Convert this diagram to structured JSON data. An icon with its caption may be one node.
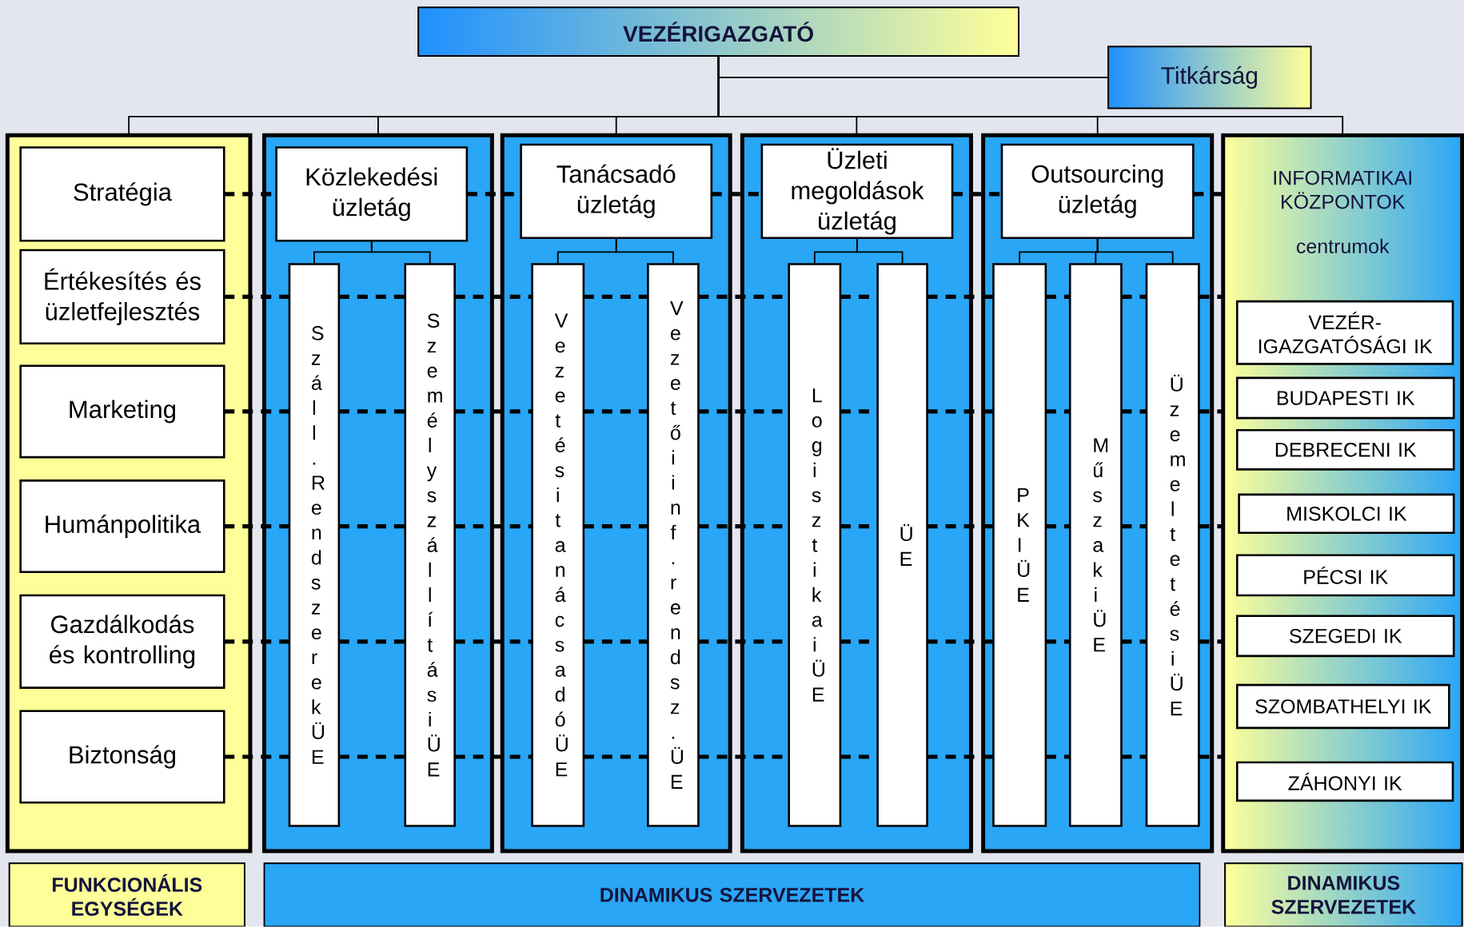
{
  "diagram": {
    "nodes": [
      {
        "text": [
          "VEZÉRIGAZGATÓ"
        ]
      },
      {
        "text": [
          "Titkárság"
        ]
      },
      {
        "text": [],
        "shape": "box"
      },
      {
        "text": [
          "Stratégia"
        ],
        "in": 2
      },
      {
        "text": [
          "Értékesítés és üzletfejlesztés"
        ],
        "in": 2
      },
      {
        "text": [
          "Marketing"
        ],
        "in": 2
      },
      {
        "text": [
          "Humánpolitika"
        ],
        "in": 2
      },
      {
        "text": [
          "Gazdálkodás és kontrolling"
        ],
        "in": 2
      },
      {
        "text": [
          "Biztonság"
        ],
        "in": 2
      },
      {
        "text": [],
        "shape": "box"
      },
      {
        "text": [
          "Közlekedési üzletág"
        ],
        "in": 9
      },
      {
        "text": [
          "Száll. Rendszerek ÜE"
        ],
        "in": 9
      },
      {
        "text": [
          "Személyszállítási ÜE"
        ],
        "in": 9
      },
      {
        "text": [],
        "shape": "box"
      },
      {
        "text": [
          "Tanácsadó üzletág"
        ],
        "in": 13
      },
      {
        "text": [
          "Vezetési tanácsadó ÜE"
        ],
        "in": 13
      },
      {
        "text": [
          "Vezetői inf. rendsz. ÜE"
        ],
        "in": 13
      },
      {
        "text": [],
        "shape": "box"
      },
      {
        "text": [
          "Üzleti megoldások üzletág"
        ],
        "in": 17
      },
      {
        "text": [
          "Logisztikai ÜE"
        ],
        "in": 17
      },
      {
        "text": [
          "ÜE"
        ],
        "in": 17
      },
      {
        "text": [],
        "shape": "box"
      },
      {
        "text": [
          "Outsourcing üzletág"
        ],
        "in": 21
      },
      {
        "text": [
          "PKI ÜE"
        ],
        "in": 21
      },
      {
        "text": [
          "Műszaki ÜE"
        ],
        "in": 21
      },
      {
        "text": [
          "Üzemeltetési ÜE"
        ],
        "in": 21
      },
      {
        "text": [
          "INFORMATIKAI KÖZPONTOK",
          "centrumok"
        ]
      },
      {
        "text": [
          "VEZÉR-IGAZGATÓSÁGI IK"
        ],
        "in": 26
      },
      {
        "text": [
          "BUDAPESTI IK"
        ],
        "in": 26
      },
      {
        "text": [
          "DEBRECENI IK"
        ],
        "in": 26
      },
      {
        "text": [
          "MISKOLCI IK"
        ],
        "in": 26
      },
      {
        "text": [
          "PÉCSI IK"
        ],
        "in": 26
      },
      {
        "text": [
          "SZEGEDI IK"
        ],
        "in": 26
      },
      {
        "text": [
          "SZOMBATHELYI IK"
        ],
        "in": 26
      },
      {
        "text": [
          "ZÁHONYI IK"
        ],
        "in": 26
      },
      {
        "text": [
          "FUNKCIONÁLIS EGYSÉGEK"
        ]
      },
      {
        "text": [
          "DINAMIKUS SZERVEZETEK"
        ]
      },
      {
        "text": [
          "DINAMIKUS SZERVEZETEK"
        ]
      }
    ],
    "edges": [
      {
        "from": 0,
        "to": 1,
        "arrow": "none"
      },
      {
        "from": 0,
        "to": 2,
        "arrow": "none"
      },
      {
        "from": 0,
        "to": 9,
        "arrow": "none"
      },
      {
        "from": 0,
        "to": 13,
        "arrow": "none"
      },
      {
        "from": 0,
        "to": 17,
        "arrow": "none"
      },
      {
        "from": 0,
        "to": 21,
        "arrow": "none"
      },
      {
        "from": 0,
        "to": 26,
        "arrow": "none"
      },
      {
        "from": 10,
        "to": 11,
        "arrow": "none"
      },
      {
        "from": 10,
        "to": 12,
        "arrow": "none"
      },
      {
        "from": 14,
        "to": 15,
        "arrow": "none"
      },
      {
        "from": 14,
        "to": 16,
        "arrow": "none"
      },
      {
        "from": 18,
        "to": 19,
        "arrow": "none"
      },
      {
        "from": 18,
        "to": 20,
        "arrow": "none"
      },
      {
        "from": 22,
        "to": 23,
        "arrow": "none"
      },
      {
        "from": 22,
        "to": 24,
        "arrow": "none"
      },
      {
        "from": 22,
        "to": 25,
        "arrow": "none"
      },
      {
        "from": 3,
        "to": 10,
        "arrow": "none",
        "style": "dashed"
      },
      {
        "from": 10,
        "to": 14,
        "arrow": "none",
        "style": "dashed"
      },
      {
        "from": 14,
        "to": 18,
        "arrow": "none",
        "style": "dashed"
      },
      {
        "from": 18,
        "to": 22,
        "arrow": "none",
        "style": "dashed"
      },
      {
        "from": 22,
        "to": 26,
        "arrow": "none",
        "style": "dashed"
      },
      {
        "from": 4,
        "to": 11,
        "arrow": "none",
        "style": "dashed"
      },
      {
        "from": 11,
        "to": 12,
        "arrow": "none",
        "style": "dashed"
      },
      {
        "from": 12,
        "to": 15,
        "arrow": "none",
        "style": "dashed"
      },
      {
        "from": 15,
        "to": 16,
        "arrow": "none",
        "style": "dashed"
      },
      {
        "from": 16,
        "to": 19,
        "arrow": "none",
        "style": "dashed"
      },
      {
        "from": 19,
        "to": 20,
        "arrow": "none",
        "style": "dashed"
      },
      {
        "from": 20,
        "to": 23,
        "arrow": "none",
        "style": "dashed"
      },
      {
        "from": 23,
        "to": 24,
        "arrow": "none",
        "style": "dashed"
      },
      {
        "from": 24,
        "to": 25,
        "arrow": "none",
        "style": "dashed"
      },
      {
        "from": 25,
        "to": 26,
        "arrow": "none",
        "style": "dashed"
      },
      {
        "from": 5,
        "to": 11,
        "arrow": "none",
        "style": "dashed"
      },
      {
        "from": 11,
        "to": 12,
        "arrow": "none",
        "style": "dashed"
      },
      {
        "from": 12,
        "to": 15,
        "arrow": "none",
        "style": "dashed"
      },
      {
        "from": 15,
        "to": 16,
        "arrow": "none",
        "style": "dashed"
      },
      {
        "from": 16,
        "to": 19,
        "arrow": "none",
        "style": "dashed"
      },
      {
        "from": 19,
        "to": 20,
        "arrow": "none",
        "style": "dashed"
      },
      {
        "from": 20,
        "to": 23,
        "arrow": "none",
        "style": "dashed"
      },
      {
        "from": 23,
        "to": 24,
        "arrow": "none",
        "style": "dashed"
      },
      {
        "from": 24,
        "to": 25,
        "arrow": "none",
        "style": "dashed"
      },
      {
        "from": 25,
        "to": 26,
        "arrow": "none",
        "style": "dashed"
      },
      {
        "from": 6,
        "to": 11,
        "arrow": "none",
        "style": "dashed"
      },
      {
        "from": 11,
        "to": 12,
        "arrow": "none",
        "style": "dashed"
      },
      {
        "from": 12,
        "to": 15,
        "arrow": "none",
        "style": "dashed"
      },
      {
        "from": 15,
        "to": 16,
        "arrow": "none",
        "style": "dashed"
      },
      {
        "from": 16,
        "to": 19,
        "arrow": "none",
        "style": "dashed"
      },
      {
        "from": 19,
        "to": 20,
        "arrow": "none",
        "style": "dashed"
      },
      {
        "from": 20,
        "to": 23,
        "arrow": "none",
        "style": "dashed"
      },
      {
        "from": 23,
        "to": 24,
        "arrow": "none",
        "style": "dashed"
      },
      {
        "from": 24,
        "to": 25,
        "arrow": "none",
        "style": "dashed"
      },
      {
        "from": 25,
        "to": 26,
        "arrow": "none",
        "style": "dashed"
      },
      {
        "from": 7,
        "to": 11,
        "arrow": "none",
        "style": "dashed"
      },
      {
        "from": 11,
        "to": 12,
        "arrow": "none",
        "style": "dashed"
      },
      {
        "from": 12,
        "to": 15,
        "arrow": "none",
        "style": "dashed"
      },
      {
        "from": 15,
        "to": 16,
        "arrow": "none",
        "style": "dashed"
      },
      {
        "from": 16,
        "to": 19,
        "arrow": "none",
        "style": "dashed"
      },
      {
        "from": 19,
        "to": 20,
        "arrow": "none",
        "style": "dashed"
      },
      {
        "from": 20,
        "to": 23,
        "arrow": "none",
        "style": "dashed"
      },
      {
        "from": 23,
        "to": 24,
        "arrow": "none",
        "style": "dashed"
      },
      {
        "from": 24,
        "to": 25,
        "arrow": "none",
        "style": "dashed"
      },
      {
        "from": 25,
        "to": 26,
        "arrow": "none",
        "style": "dashed"
      },
      {
        "from": 8,
        "to": 11,
        "arrow": "none",
        "style": "dashed"
      },
      {
        "from": 11,
        "to": 12,
        "arrow": "none",
        "style": "dashed"
      },
      {
        "from": 12,
        "to": 15,
        "arrow": "none",
        "style": "dashed"
      },
      {
        "from": 15,
        "to": 16,
        "arrow": "none",
        "style": "dashed"
      },
      {
        "from": 16,
        "to": 19,
        "arrow": "none",
        "style": "dashed"
      },
      {
        "from": 19,
        "to": 20,
        "arrow": "none",
        "style": "dashed"
      },
      {
        "from": 20,
        "to": 23,
        "arrow": "none",
        "style": "dashed"
      },
      {
        "from": 23,
        "to": 24,
        "arrow": "none",
        "style": "dashed"
      },
      {
        "from": 24,
        "to": 25,
        "arrow": "none",
        "style": "dashed"
      },
      {
        "from": 25,
        "to": 26,
        "arrow": "none",
        "style": "dashed"
      }
    ]
  }
}
